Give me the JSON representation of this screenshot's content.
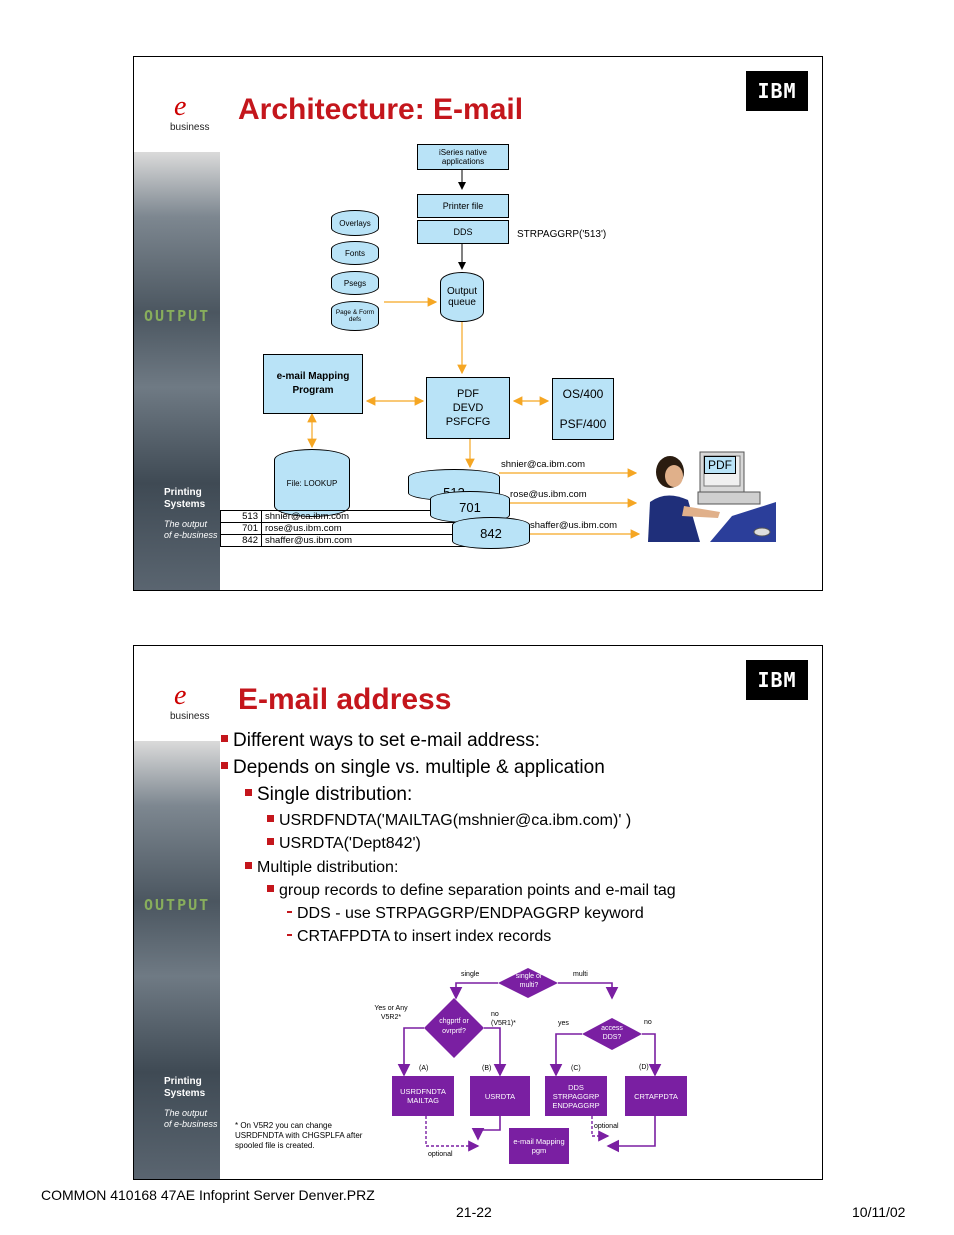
{
  "slide1": {
    "title": "Architecture: E-mail",
    "ibm_logo": "IBM",
    "brand": {
      "business": "business",
      "output": "OUTPUT",
      "printing": "Printing",
      "systems": "Systems",
      "tag1": "The output",
      "tag2": "of e-business"
    },
    "boxes": {
      "native": "iSeries native applications",
      "printer_file": "Printer file",
      "dds": "DDS",
      "strpaggrp": "STRPAGGRP('513')",
      "overlays": "Overlays",
      "fonts": "Fonts",
      "psegs": "Psegs",
      "pagedefs": "Page & Form defs",
      "outq": "Output queue",
      "mapping": "e-mail Mapping Program",
      "pdf1": "PDF",
      "pdf2": "DEVD",
      "pdf3": "PSFCFG",
      "os400": "OS/400",
      "psf400": "PSF/400",
      "lookup": "File: LOOKUP",
      "pdf_screen": "PDF"
    },
    "spools": [
      "513",
      "701",
      "842"
    ],
    "emails": [
      "shnier@ca.ibm.com",
      "rose@us.ibm.com",
      "shaffer@us.ibm.com"
    ],
    "lookup_rows": [
      {
        "key": "513",
        "email": "shnier@ca.ibm.com"
      },
      {
        "key": "701",
        "email": "rose@us.ibm.com"
      },
      {
        "key": "842",
        "email": "shaffer@us.ibm.com"
      }
    ]
  },
  "slide2": {
    "title": "E-mail address",
    "ibm_logo": "IBM",
    "brand": {
      "business": "business",
      "output": "OUTPUT",
      "printing": "Printing",
      "systems": "Systems",
      "tag1": "The output",
      "tag2": "of e-business"
    },
    "bullets": [
      "Different ways to set e-mail address:",
      "Depends on single vs. multiple & application",
      "Single distribution:",
      "USRDFNDTA('MAILTAG(mshnier@ca.ibm.com)' )",
      "USRDTA('Dept842')",
      "Multiple distribution:",
      "group records to define separation points and e-mail tag",
      "DDS - use STRPAGGRP/ENDPAGGRP keyword",
      "CRTAFPDTA to insert index records"
    ],
    "flow": {
      "single_label": "single",
      "multi_label": "multi",
      "decision_top": "single or multi?",
      "yes_label": "Yes or Any V5R2*",
      "no_label": "no (V5R1)*",
      "decision_left": "chgprtf or ovrprtf?",
      "yes2": "yes",
      "no2": "no",
      "decision_right": "access DDS?",
      "a": "(A)",
      "b": "(B)",
      "c": "(C)",
      "d": "(D)",
      "box_a": "USRDFNDTA MAILTAG",
      "box_b": "USRDTA",
      "box_c": "DDS STRPAGGRP ENDPAGGRP",
      "box_d": "CRTAFPDTA",
      "optional1": "optional",
      "optional2": "optional",
      "mapping": "e-mail Mapping pgm"
    },
    "note": "* On V5R2 you can change USRDFNDTA with CHGSPLFA after spooled file is created."
  },
  "footer": {
    "left": "COMMON 410168 47AE Infoprint Server Denver.PRZ",
    "center": "21-22",
    "right": "10/11/02"
  }
}
